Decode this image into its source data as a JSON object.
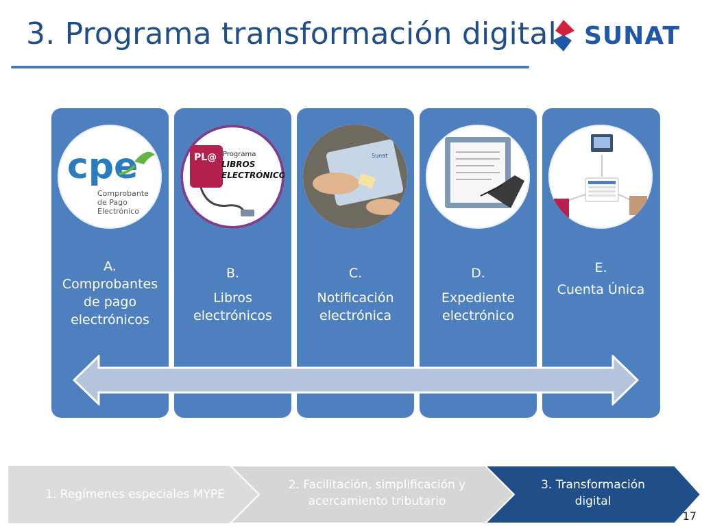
{
  "slide": {
    "title": "3. Programa transformación digital",
    "logo_text": "SUNAT",
    "page_number": "17"
  },
  "columns": [
    {
      "icon": "cpe-logo-icon",
      "image_text": [
        "Comprobante",
        "de Pago",
        "Electrónico"
      ],
      "logo_word": "cpe",
      "lines": [
        "A.",
        "Comprobantes",
        "de pago",
        "electrónicos"
      ]
    },
    {
      "icon": "libros-electronicos-icon",
      "badge": "PL@",
      "image_text": [
        "Programa",
        "LIBROS",
        "ELECTRÓNICOS"
      ],
      "lines": [
        "B.",
        "Libros",
        "electrónicos"
      ]
    },
    {
      "icon": "tablet-hands-icon",
      "screen_text": "Sunat",
      "lines": [
        "C.",
        "Notificación",
        "electrónica"
      ]
    },
    {
      "icon": "monitor-document-icon",
      "lines": [
        "D.",
        "Expediente",
        "electrónico"
      ]
    },
    {
      "icon": "network-screens-icon",
      "lines": [
        "E.",
        "Cuenta Única"
      ]
    }
  ],
  "steps": [
    {
      "lines": [
        "1. Regímenes especiales MYPE"
      ],
      "active": false
    },
    {
      "lines": [
        "2. Facilitación, simplificación y",
        "acercamiento tributario"
      ],
      "active": false
    },
    {
      "lines": [
        "3. Transformación",
        "digital"
      ],
      "active": true
    }
  ],
  "colors": {
    "title": "#1f4e89",
    "column_fill": "#4e7fbf",
    "arrow_fill": "#b4c4dc",
    "step_inactive": "#dcdcdc",
    "step_active": "#1f4e89",
    "logo_red": "#d0213c",
    "logo_blue": "#1f58a8"
  }
}
